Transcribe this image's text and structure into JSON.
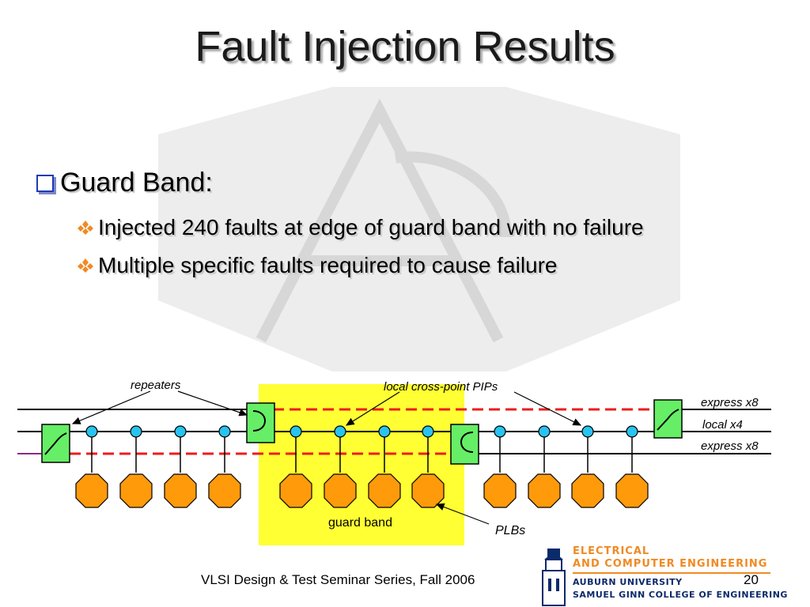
{
  "slide": {
    "title": "Fault Injection Results",
    "bullet": "Guard Band:",
    "subbullets": [
      "Injected 240 faults at edge of guard band with no failure",
      "Multiple specific faults required to cause failure"
    ],
    "footer": "VLSI Design & Test Seminar Series, Fall 2006",
    "page_number": "20"
  },
  "diagram": {
    "labels": {
      "repeaters": "repeaters",
      "local_pips": "local cross-point PIPs",
      "express_top": "express x8",
      "local": "local x4",
      "express_bottom": "express x8",
      "guard_band": "guard band",
      "plbs": "PLBs"
    },
    "colors": {
      "guard_band_fill": "#ffff33",
      "repeater_fill": "#66ee66",
      "plb_fill": "#ff9a0a",
      "pip_fill": "#29c3f0",
      "express_line": "#ee1c1c",
      "local_line": "#000000"
    }
  },
  "logo": {
    "line1": "ELECTRICAL",
    "line2": "AND COMPUTER ENGINEERING",
    "line3": "AUBURN UNIVERSITY",
    "line4": "SAMUEL GINN COLLEGE OF ENGINEERING",
    "colors": {
      "orange": "#f08a24",
      "navy": "#0b2a6b"
    }
  }
}
